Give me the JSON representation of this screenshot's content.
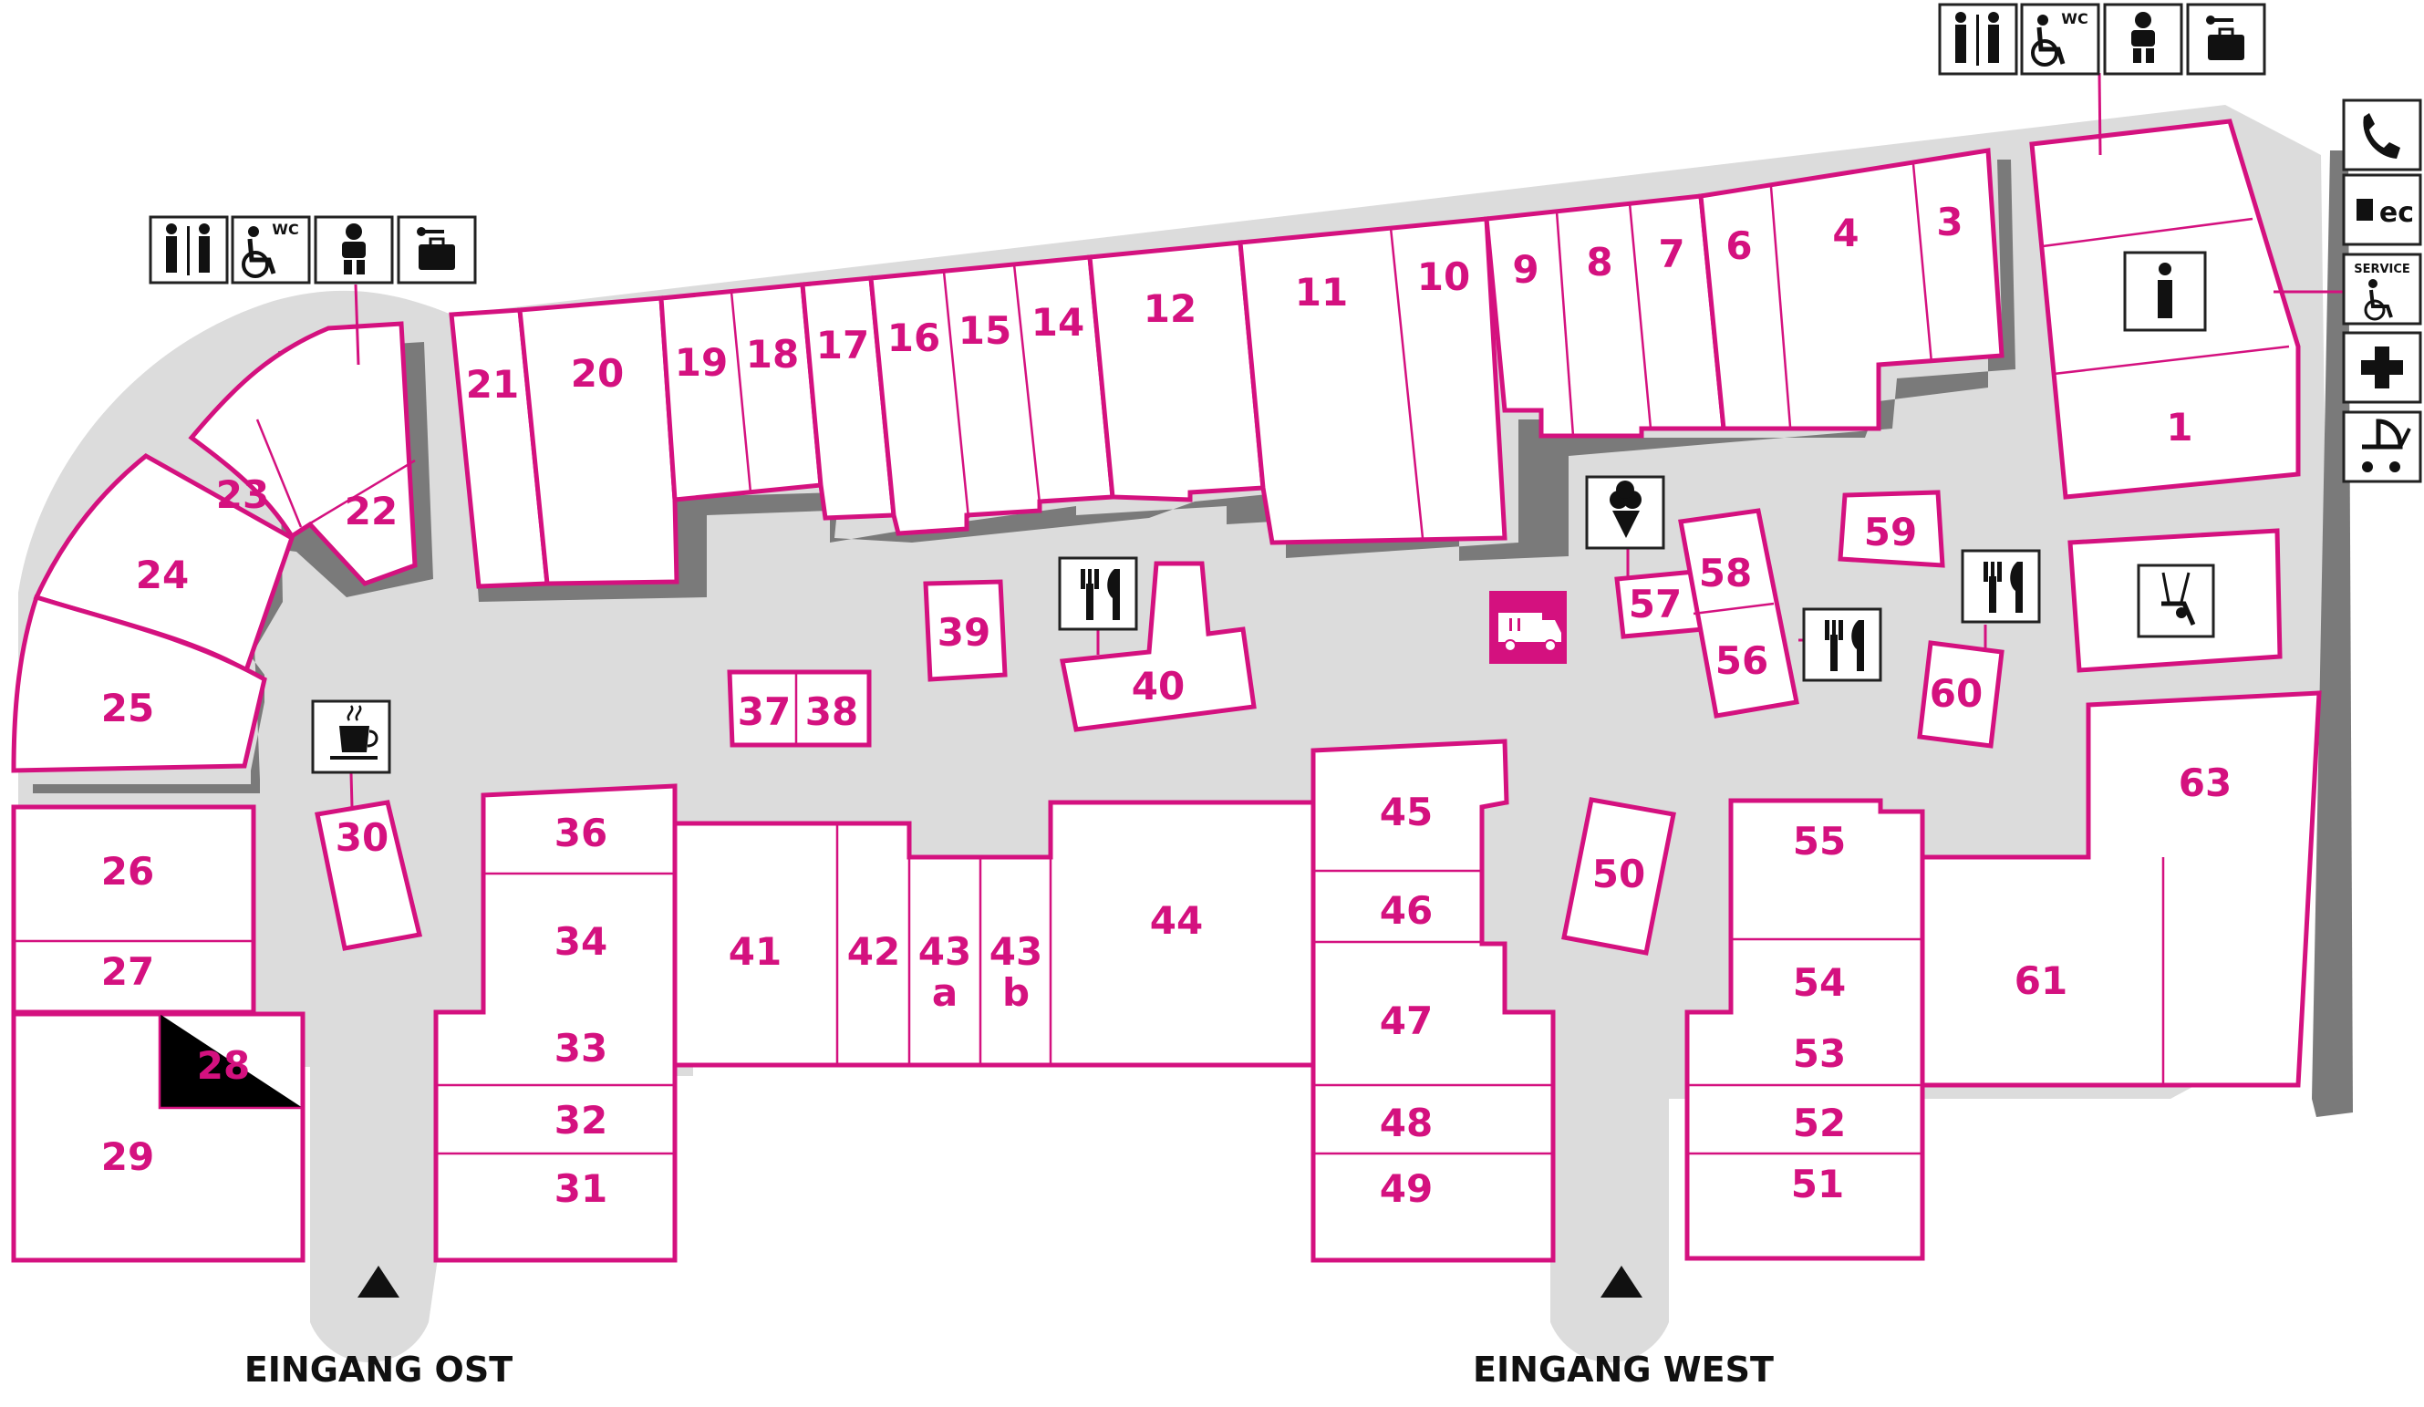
{
  "colors": {
    "accent": "#d4117f",
    "corridor": "#dcdcdc",
    "shadow": "#7a7a7a",
    "ink": "#111111"
  },
  "units": {
    "u1": "1",
    "u3": "3",
    "u4": "4",
    "u6": "6",
    "u7": "7",
    "u8": "8",
    "u9": "9",
    "u10": "10",
    "u11": "11",
    "u12": "12",
    "u14": "14",
    "u15": "15",
    "u16": "16",
    "u17": "17",
    "u18": "18",
    "u19": "19",
    "u20": "20",
    "u21": "21",
    "u22": "22",
    "u23": "23",
    "u24": "24",
    "u25": "25",
    "u26": "26",
    "u27": "27",
    "u28": "28",
    "u29": "29",
    "u30": "30",
    "u31": "31",
    "u32": "32",
    "u33": "33",
    "u34": "34",
    "u36": "36",
    "u37": "37",
    "u38": "38",
    "u39": "39",
    "u40": "40",
    "u41": "41",
    "u42": "42",
    "u43a_num": "43",
    "u43a_sub": "a",
    "u43b_num": "43",
    "u43b_sub": "b",
    "u44": "44",
    "u45": "45",
    "u46": "46",
    "u47": "47",
    "u48": "48",
    "u49": "49",
    "u50": "50",
    "u51": "51",
    "u52": "52",
    "u53": "53",
    "u54": "54",
    "u55": "55",
    "u56": "56",
    "u57": "57",
    "u58": "58",
    "u59": "59",
    "u60": "60",
    "u61": "61",
    "u63": "63"
  },
  "entrances": {
    "east": "EINGANG OST",
    "west": "EINGANG WEST"
  },
  "icons": {
    "wc_label": "WC",
    "service_label": "SERVICE",
    "ec_label": "ec",
    "names": [
      "restroom-icon",
      "accessible-wc-icon",
      "baby-changing-icon",
      "locker-icon",
      "phone-icon",
      "ec-atm-icon",
      "service-icon",
      "first-aid-icon",
      "stroller-icon",
      "info-icon",
      "playground-icon",
      "cafe-icon",
      "restaurant-icon",
      "ice-cream-icon",
      "food-truck-icon",
      "entrance-arrow-icon"
    ]
  }
}
